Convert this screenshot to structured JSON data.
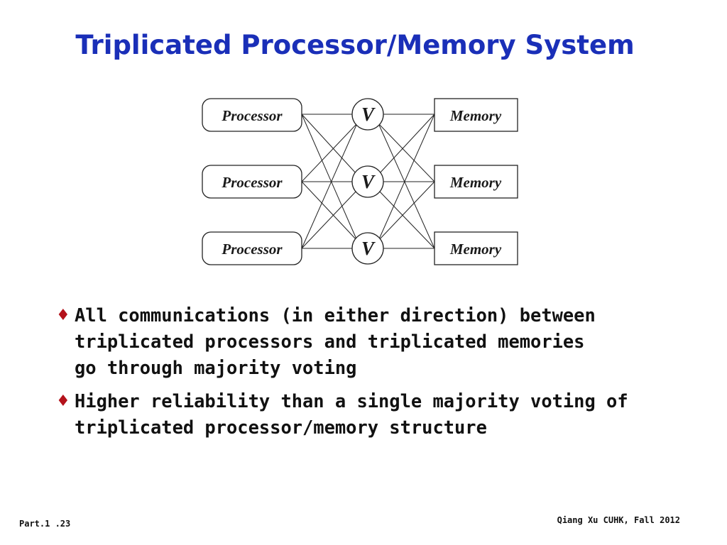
{
  "slide": {
    "title": "Triplicated Processor/Memory System"
  },
  "diagram": {
    "processors": [
      "Processor",
      "Processor",
      "Processor"
    ],
    "voters": [
      "V",
      "V",
      "V"
    ],
    "memories": [
      "Memory",
      "Memory",
      "Memory"
    ]
  },
  "bullets": [
    {
      "icon": "diamond-icon",
      "lines": [
        "All communications (in either direction) between",
        "triplicated processors and triplicated memories",
        "go through majority voting"
      ]
    },
    {
      "icon": "diamond-icon",
      "lines": [
        "Higher reliability than a single majority voting of",
        "triplicated processor/memory structure"
      ]
    }
  ],
  "footer": {
    "left": "Part.1 .23",
    "right": "Qiang Xu CUHK, Fall 2012"
  },
  "colors": {
    "title": "#1a2fb8",
    "bullet_icon": "#b4121b",
    "text": "#111111"
  }
}
